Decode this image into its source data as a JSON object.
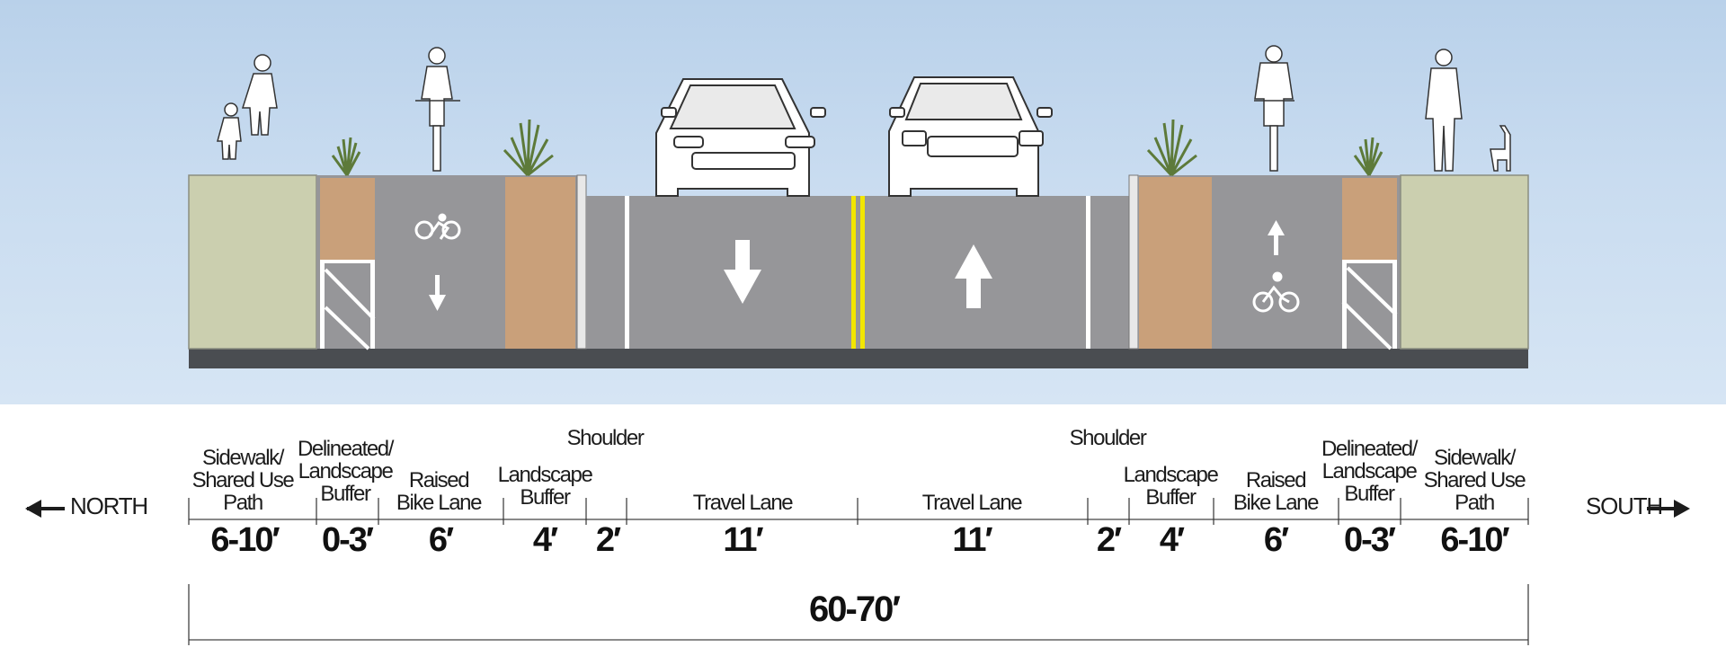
{
  "colors": {
    "sky": "#c3d8ee",
    "sidewalk": "#cbcfaf",
    "buffer_planting": "#c9a07a",
    "asphalt": "#969699",
    "curb_base": "#4a4d51",
    "lane_white": "#ffffff",
    "center_yellow": "#f2e600"
  },
  "directions": {
    "left": "NORTH",
    "right": "SOUTH"
  },
  "labels": {
    "sidewalk_n": "Sidewalk/\nShared Use\nPath",
    "delineated_n": "Delineated/\nLandscape\nBuffer",
    "raised_bike_n": "Raised\nBike Lane",
    "landscape_n": "Landscape\nBuffer",
    "shoulder_n": "Shoulder",
    "travel_n": "Travel Lane",
    "travel_s": "Travel Lane",
    "shoulder_s": "Shoulder",
    "landscape_s": "Landscape\nBuffer",
    "raised_bike_s": "Raised\nBike Lane",
    "delineated_s": "Delineated/\nLandscape\nBuffer",
    "sidewalk_s": "Sidewalk/\nShared Use\nPath"
  },
  "widths": {
    "sidewalk_n": "6-10′",
    "delineated_n": "0-3′",
    "raised_bike_n": "6′",
    "landscape_n": "4′",
    "shoulder_n": "2′",
    "travel_n": "11′",
    "travel_s": "11′",
    "shoulder_s": "2′",
    "landscape_s": "4′",
    "raised_bike_s": "6′",
    "delineated_s": "0-3′",
    "sidewalk_s": "6-10′"
  },
  "total_width": "60-70′",
  "icons": [
    "bike-lane-symbol",
    "arrow-down",
    "arrow-up",
    "car-front",
    "car-rear",
    "pedestrian",
    "cyclist",
    "shrub",
    "dog"
  ]
}
